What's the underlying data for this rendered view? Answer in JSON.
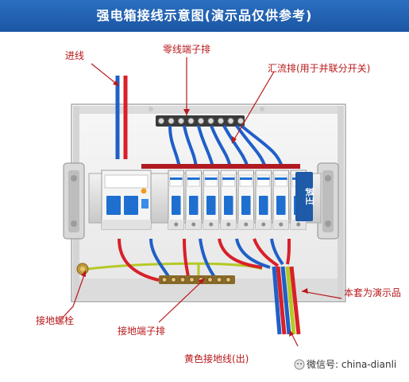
{
  "title": "强电箱接线示意图(演示品仅供参考)",
  "labels": {
    "incoming_line": "进线",
    "neutral_terminal": "零线端子排",
    "busbar": "汇流排(用于并联分开关)",
    "ground_bolt": "接地螺栓",
    "ground_terminal": "接地端子排",
    "demo_note": "本套为演示品",
    "yellow_ground_wire": "黄色接地线(出)"
  },
  "watermark": {
    "text": "微信号: china-dianli"
  },
  "logo": {
    "text": "正诚"
  },
  "colors": {
    "title_bg": "#1b56a4",
    "label": "#b8181b",
    "wire_red": "#d8202a",
    "wire_blue": "#1f5fc8",
    "wire_yellow_green": "#b5c925",
    "breaker_blue": "#1e6fd0"
  }
}
